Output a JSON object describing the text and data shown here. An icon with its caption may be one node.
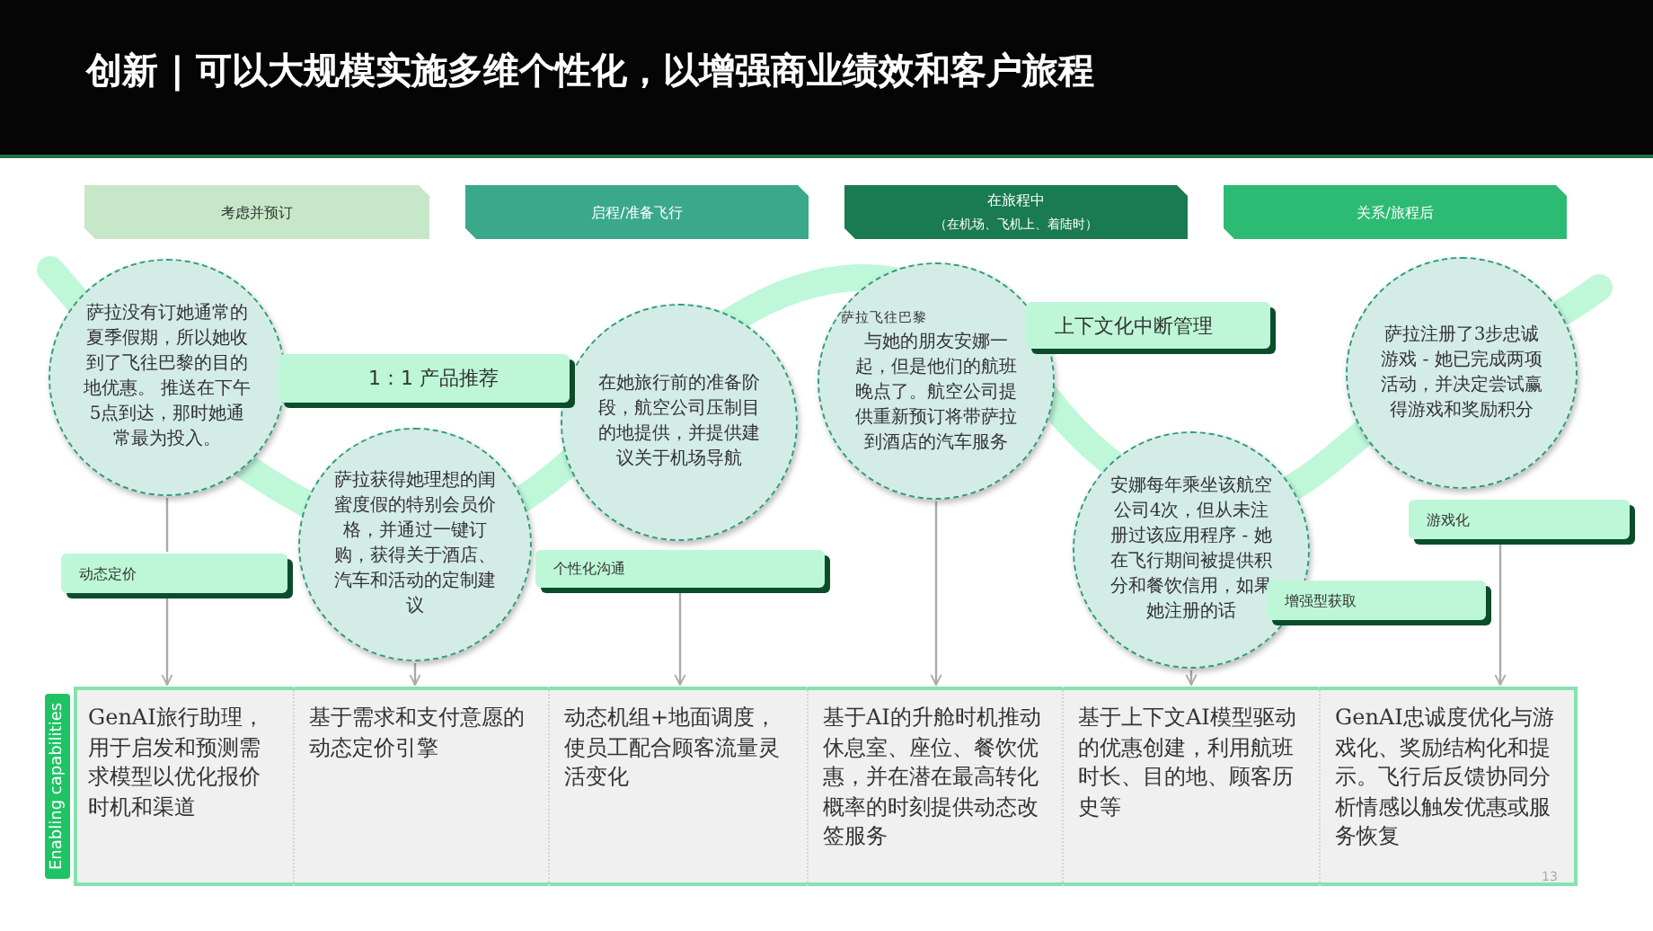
{
  "diagram": {
    "title": "创新 | 可以大规模实施多维个性化，以增强商业绩效和客户旅程",
    "nodes": [
      {
        "text": [
          "考虑并预订"
        ]
      },
      {
        "text": [
          "启程/准备飞行"
        ]
      },
      {
        "text": [
          "在旅程中",
          "（在机场、飞机上、着陆时）"
        ]
      },
      {
        "text": [
          "关系/旅程后"
        ]
      },
      {
        "text": [
          "萨拉没有订她通常的夏季假期，所以她收到了飞往巴黎的目的地优惠。 推送在下午5点到达，那时她通常最为投入。"
        ]
      },
      {
        "text": [
          "萨拉获得她理想的闺蜜度假的特别会员价格，并通过一键订购，获得关于酒店、汽车和活动的定制建议"
        ]
      },
      {
        "text": [
          "在她旅行前的准备阶段，航空公司压制目的地提供，并提供建议关于机场导航"
        ]
      },
      {
        "text": [
          "萨拉飞往巴黎",
          "与她的朋友安娜一起，但是他们的航班晚点了。航空公司提供重新预订将带萨拉到酒店的汽车服务"
        ]
      },
      {
        "text": [
          "安娜每年乘坐该航空公司4次，但从未注册过该应用程序 - 她在飞行期间被提供积分和餐饮信用，如果她注册的话"
        ]
      },
      {
        "text": [
          "萨拉注册了3步忠诚游戏 - 她已完成两项活动，并决定尝试赢得游戏和奖励积分"
        ]
      },
      {
        "text": [
          "1：1 产品推荐"
        ]
      },
      {
        "text": [
          "动态定价"
        ]
      },
      {
        "text": [
          "个性化沟通"
        ]
      },
      {
        "text": [
          "上下文化中断管理"
        ]
      },
      {
        "text": [
          "增强型获取"
        ]
      },
      {
        "text": [
          "游戏化"
        ]
      },
      {
        "text": [
          "Enabling capabilities"
        ]
      },
      {
        "text": [
          "GenAI旅行助理，用于启发和预测需求模型以优化报价时机和渠道"
        ],
        "in": 16
      },
      {
        "text": [
          "基于需求和支付意愿的动态定价引擎"
        ],
        "in": 16
      },
      {
        "text": [
          "动态机组+地面调度，使员工配合顾客流量灵活变化"
        ],
        "in": 16
      },
      {
        "text": [
          "基于AI的升舱时机推动休息室、座位、餐饮优惠，并在潜在最高转化概率的时刻提供动态改签服务"
        ],
        "in": 16
      },
      {
        "text": [
          "基于上下文AI模型驱动的优惠创建，利用航班时长、目的地、顾客历史等"
        ],
        "in": 16
      },
      {
        "text": [
          "GenAI忠诚度优化与游戏化、奖励结构化和提示。飞行后反馈协同分析情感以触发优惠或服务恢复"
        ],
        "in": 16
      }
    ],
    "edges": [
      {
        "from": 4,
        "to": 11,
        "arrow": "none"
      },
      {
        "from": 11,
        "to": 17,
        "arrow": "to"
      },
      {
        "from": 5,
        "to": 18,
        "arrow": "to"
      },
      {
        "from": 12,
        "to": 19,
        "arrow": "to"
      },
      {
        "from": 7,
        "to": 20,
        "arrow": "to"
      },
      {
        "from": 8,
        "to": 21,
        "arrow": "to"
      },
      {
        "from": 15,
        "to": 22,
        "arrow": "to"
      }
    ],
    "labels": [
      "13"
    ]
  }
}
